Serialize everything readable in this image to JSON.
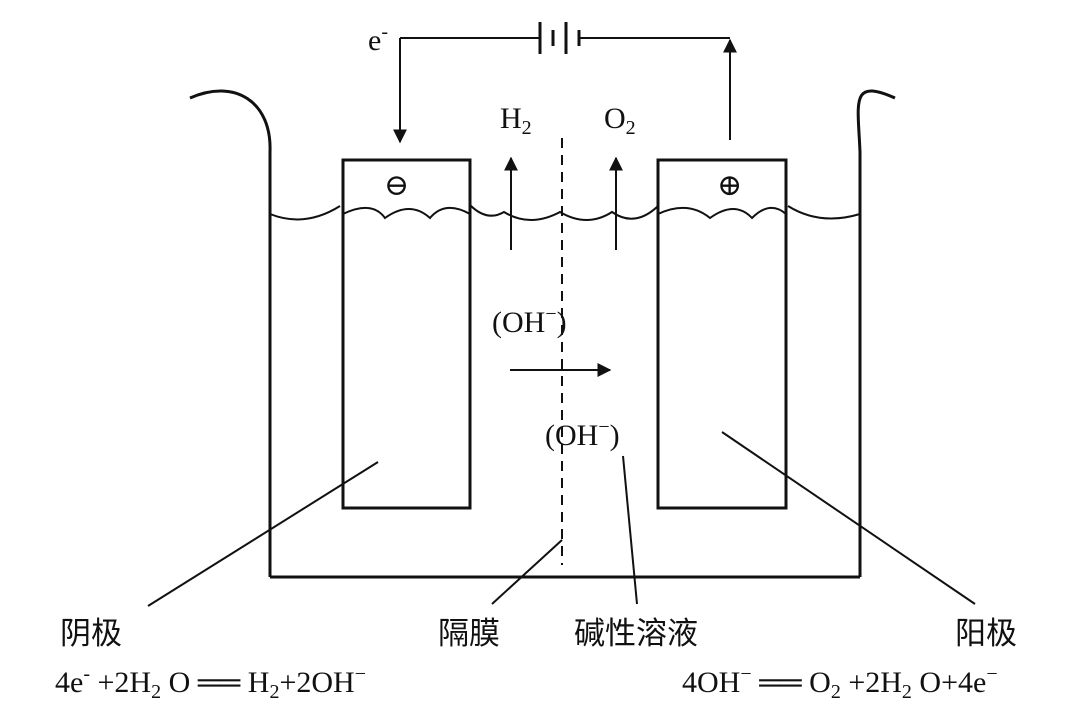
{
  "labels": {
    "electron": "e",
    "electron_charge": "-",
    "gas_left": "H",
    "gas_left_sub": "2",
    "gas_right": "O",
    "gas_right_sub": "2",
    "cathode_sign": "⊖",
    "anode_sign": "⊕",
    "ion_moving": "(OH",
    "ion_moving_charge": "−",
    "ion_moving_close": ")",
    "ion_solution": "(OH",
    "ion_solution_charge": "−",
    "ion_solution_close": ")",
    "cathode_name": "阴极",
    "membrane_name": "隔膜",
    "solution_name": "碱性溶液",
    "anode_name": "阳极"
  },
  "equations": {
    "cathode": {
      "coef": "4e",
      "coef_charge": "-",
      "plus1": " +2H",
      "h2o_sub": "2",
      "o": " O",
      "equals": "  ══  ",
      "h": "H",
      "h_sub": "2",
      "rest": "+2OH",
      "rest_charge": "−"
    },
    "anode": {
      "lhs": "4OH",
      "lhs_charge": "−",
      "equals": " ══ ",
      "o": "O",
      "o_sub": "2",
      "plus": " +2H",
      "h2o_sub": "2",
      "rest": " O+4e",
      "rest_charge": "−"
    }
  }
}
